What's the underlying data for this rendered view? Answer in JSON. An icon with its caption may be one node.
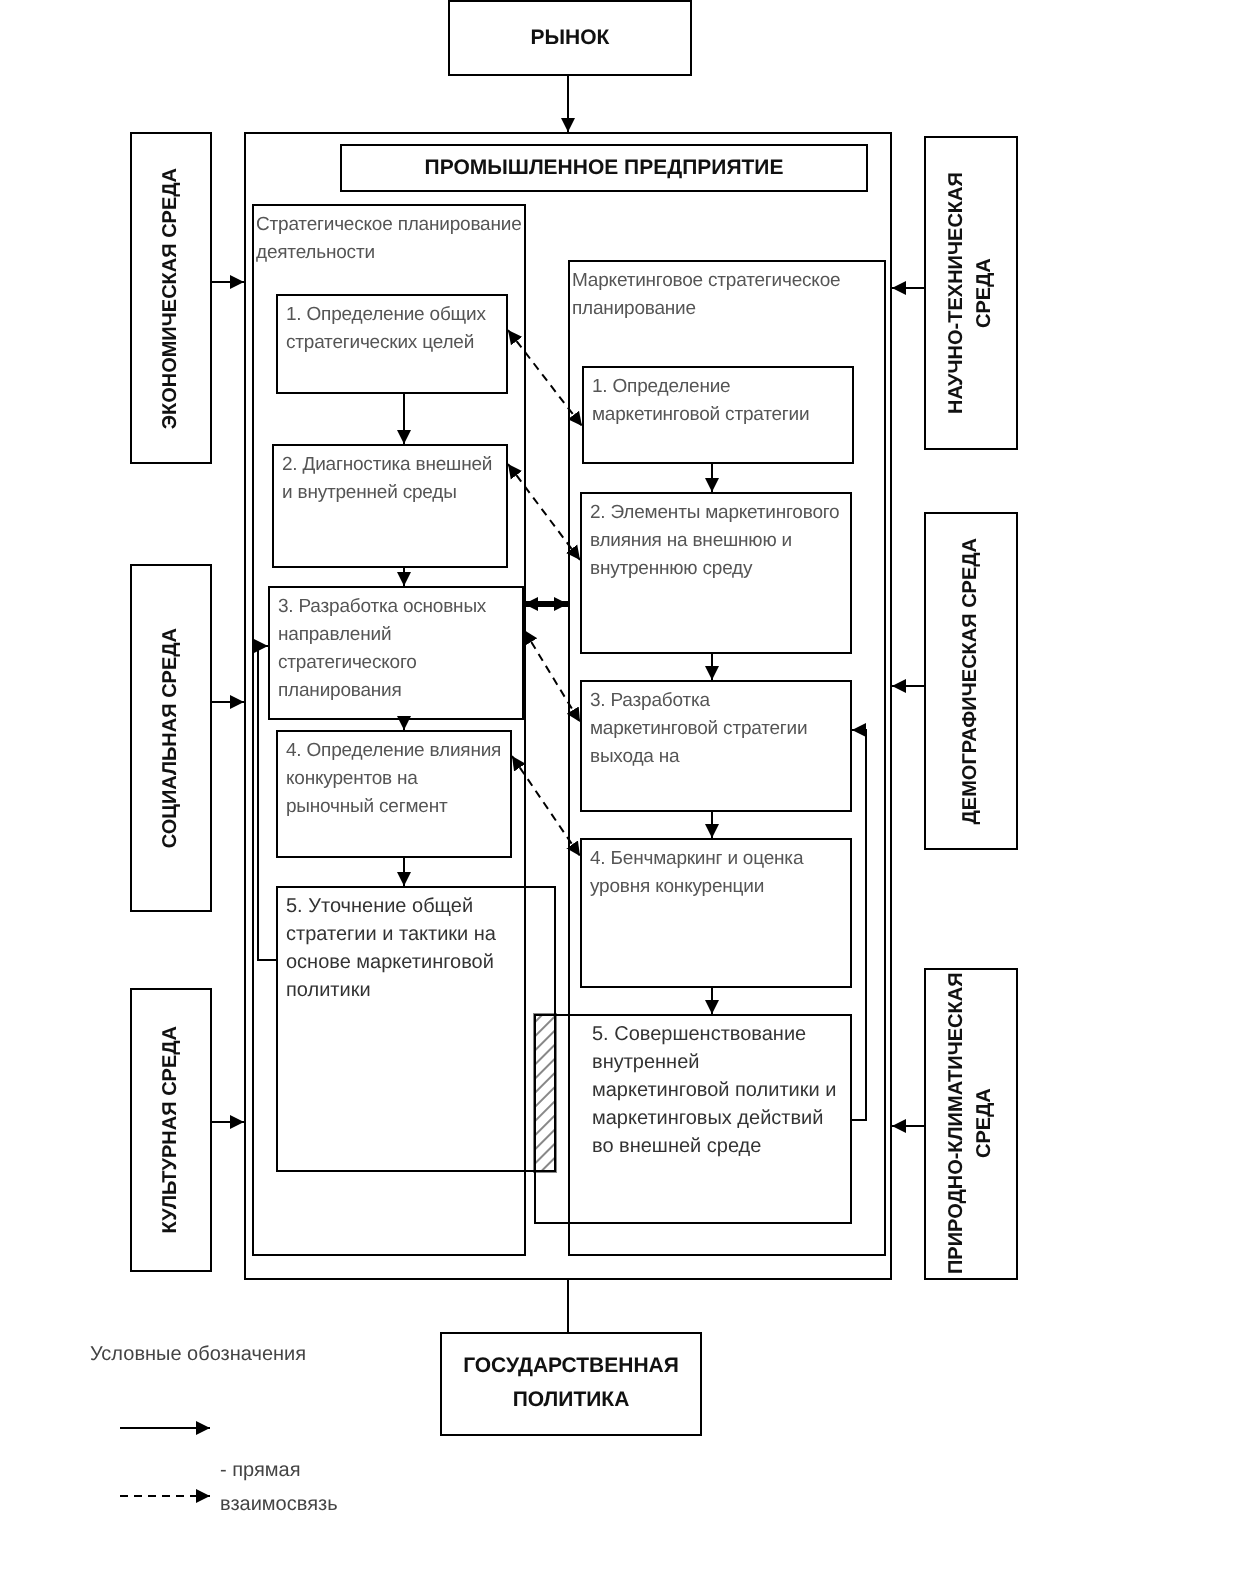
{
  "diagram": {
    "nodes": [
      {
        "text": [
          "РЫНОК"
        ]
      },
      {
        "text": [],
        "shape": "box"
      },
      {
        "text": [
          "ПРОМЫШЛЕННОЕ ПРЕДПРИЯТИЕ"
        ],
        "in": 1
      },
      {
        "text": [
          "ЭКОНОМИЧЕСКАЯ СРЕДА"
        ]
      },
      {
        "text": [
          "СОЦИАЛЬНАЯ СРЕДА"
        ]
      },
      {
        "text": [
          "КУЛЬТУРНАЯ СРЕДА"
        ]
      },
      {
        "text": [
          "НАУЧНО-ТЕХНИЧЕСКАЯ СРЕДА"
        ]
      },
      {
        "text": [
          "ДЕМОГРАФИЧЕСКАЯ СРЕДА"
        ]
      },
      {
        "text": [
          "ПРИРОДНО-КЛИМАТИЧЕСКАЯ СРЕДА"
        ]
      },
      {
        "text": [
          "ГОСУДАРСТВЕННАЯ ПОЛИТИКА"
        ]
      },
      {
        "text": [
          "Стратегическое планирование деятельности"
        ],
        "in": 1
      },
      {
        "text": [
          "1. Определение общих стратегических целей"
        ],
        "in": 10
      },
      {
        "text": [
          "2. Диагностика внешней и внутренней среды"
        ],
        "in": 10
      },
      {
        "text": [
          "3. Разработка основных направлений стратегического планирования"
        ],
        "in": 10
      },
      {
        "text": [
          "4. Определение влияния конкурентов на рыночный сегмент"
        ],
        "in": 10
      },
      {
        "text": [
          "5. Уточнение общей стратегии и тактики на основе маркетинговой политики"
        ],
        "in": 1
      },
      {
        "text": [
          "Маркетинговое стратегическое планирование"
        ],
        "in": 1
      },
      {
        "text": [
          "1. Определение маркетинговой стратегии"
        ],
        "in": 16
      },
      {
        "text": [
          "2. Элементы маркетингового влияния на внешнюю и внутреннюю среду"
        ],
        "in": 16
      },
      {
        "text": [
          "3. Разработка маркетинговой стратегии выхода на"
        ],
        "in": 16
      },
      {
        "text": [
          "4. Бенчмаркинг и оценка уровня конкуренции"
        ],
        "in": 16
      },
      {
        "text": [
          "5. Совершенствование внутренней маркетинговой политики и маркетинговых действий во внешней среде"
        ],
        "in": 1
      }
    ],
    "edges": [
      {
        "from": 0,
        "to": 1,
        "arrow": "to"
      },
      {
        "from": 3,
        "to": 1,
        "arrow": "to"
      },
      {
        "from": 4,
        "to": 1,
        "arrow": "to"
      },
      {
        "from": 5,
        "to": 1,
        "arrow": "to"
      },
      {
        "from": 6,
        "to": 1,
        "arrow": "to"
      },
      {
        "from": 7,
        "to": 1,
        "arrow": "to"
      },
      {
        "from": 8,
        "to": 1,
        "arrow": "to"
      },
      {
        "from": 9,
        "to": 1,
        "arrow": "none"
      },
      {
        "from": 11,
        "to": 12,
        "arrow": "to"
      },
      {
        "from": 12,
        "to": 13,
        "arrow": "to"
      },
      {
        "from": 13,
        "to": 14,
        "arrow": "to"
      },
      {
        "from": 14,
        "to": 15,
        "arrow": "to"
      },
      {
        "from": 17,
        "to": 18,
        "arrow": "to"
      },
      {
        "from": 18,
        "to": 19,
        "arrow": "to"
      },
      {
        "from": 19,
        "to": 20,
        "arrow": "to"
      },
      {
        "from": 20,
        "to": 21,
        "arrow": "to"
      },
      {
        "from": 21,
        "to": 19,
        "arrow": "to"
      },
      {
        "from": 15,
        "to": 13,
        "arrow": "to"
      },
      {
        "from": 11,
        "to": 17,
        "arrow": "both",
        "style": "dashed"
      },
      {
        "from": 12,
        "to": 18,
        "arrow": "both",
        "style": "dashed"
      },
      {
        "from": 13,
        "to": 19,
        "arrow": "both",
        "style": "dashed"
      },
      {
        "from": 14,
        "to": 20,
        "arrow": "both",
        "style": "dashed"
      },
      {
        "from": 13,
        "to": 16,
        "arrow": "both",
        "style": "thick"
      }
    ],
    "labels": [
      "Условные обозначения"
    ],
    "legend": [
      {
        "text": "- прямая взаимосвязь"
      }
    ]
  }
}
